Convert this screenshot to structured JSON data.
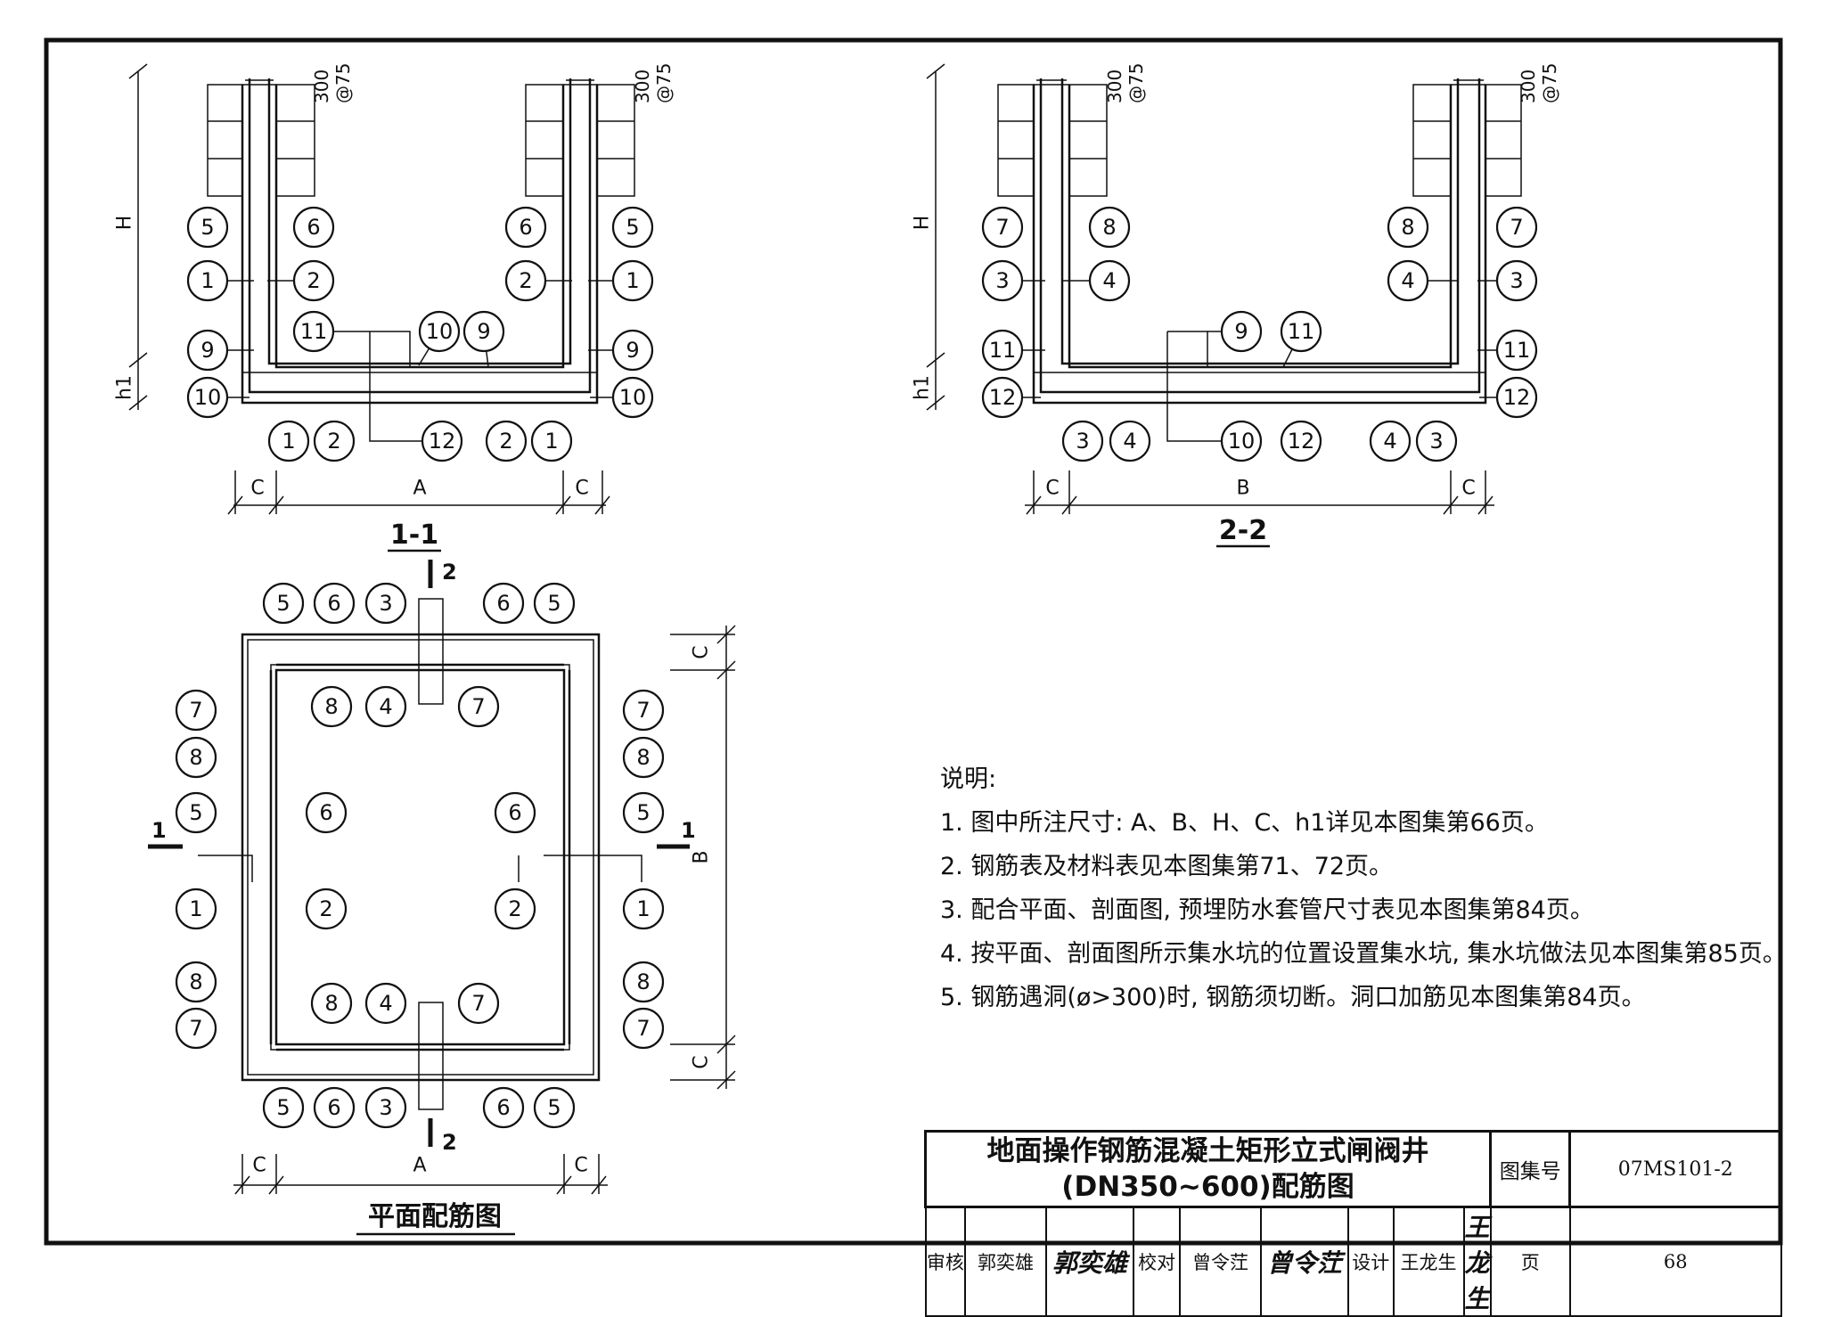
{
  "sections": {
    "s11": {
      "title": "1-1",
      "dims": {
        "H": "H",
        "h1": "h1",
        "C_left": "C",
        "A": "A",
        "C_right": "C"
      },
      "spacing_left": {
        "top": "300",
        "bottom": "@75"
      },
      "spacing_right": {
        "top": "300",
        "bottom": "@75"
      },
      "bubbles": [
        "5",
        "6",
        "6",
        "5",
        "1",
        "2",
        "2",
        "1",
        "11",
        "10",
        "9",
        "9",
        "9",
        "10",
        "10",
        "1",
        "2",
        "12",
        "2",
        "1"
      ]
    },
    "s22": {
      "title": "2-2",
      "dims": {
        "H": "H",
        "h1": "h1",
        "C_left": "C",
        "B": "B",
        "C_right": "C"
      },
      "spacing_left": {
        "top": "300",
        "bottom": "@75"
      },
      "spacing_right": {
        "top": "300",
        "bottom": "@75"
      },
      "bubbles": [
        "7",
        "8",
        "8",
        "7",
        "3",
        "4",
        "4",
        "3",
        "11",
        "9",
        "11",
        "11",
        "12",
        "12",
        "3",
        "4",
        "10",
        "12",
        "4",
        "3"
      ]
    },
    "plan": {
      "title": "平面配筋图",
      "cut_top": "2",
      "cut_bottom": "2",
      "cut_left": "1",
      "cut_right": "1",
      "dims": {
        "C_top": "C",
        "B": "B",
        "C_bottom": "C",
        "C_left": "C",
        "A": "A",
        "C_right": "C"
      },
      "bubbles_top": [
        "5",
        "6",
        "3",
        "6",
        "5"
      ],
      "bubbles_inner_top": [
        "8",
        "4",
        "7"
      ],
      "bubbles_left": [
        "7",
        "8",
        "5",
        "1",
        "8",
        "7"
      ],
      "bubbles_left_inner": [
        "6",
        "2"
      ],
      "bubbles_right": [
        "7",
        "8",
        "5",
        "1",
        "8",
        "7"
      ],
      "bubbles_right_inner": [
        "6",
        "2"
      ],
      "bubbles_inner_bottom": [
        "8",
        "4",
        "7"
      ],
      "bubbles_bottom": [
        "5",
        "6",
        "3",
        "6",
        "5"
      ]
    }
  },
  "notes": {
    "heading": "说明:",
    "items": [
      "1. 图中所注尺寸: A、B、H、C、h1详见本图集第66页。",
      "2. 钢筋表及材料表见本图集第71、72页。",
      "3. 配合平面、剖面图, 预埋防水套管尺寸表见本图集第84页。",
      "4. 按平面、剖面图所示集水坑的位置设置集水坑, 集水坑做法见本图集第85页。",
      "5. 钢筋遇洞(ø>300)时, 钢筋须切断。洞口加筋见本图集第84页。"
    ]
  },
  "titleblock": {
    "title_line1": "地面操作钢筋混凝土矩形立式闸阀井",
    "title_line2": "(DN350~600)配筋图",
    "atlas_label": "图集号",
    "atlas_no": "07MS101-2",
    "page_label": "页",
    "page_no": "68",
    "review_label": "审核",
    "reviewer": "郭奕雄",
    "reviewer_sign": "郭奕雄",
    "check_label": "校对",
    "checker": "曾令茳",
    "checker_sign": "曾令茳",
    "design_label": "设计",
    "designer": "王龙生",
    "designer_sign": "王龙生"
  }
}
